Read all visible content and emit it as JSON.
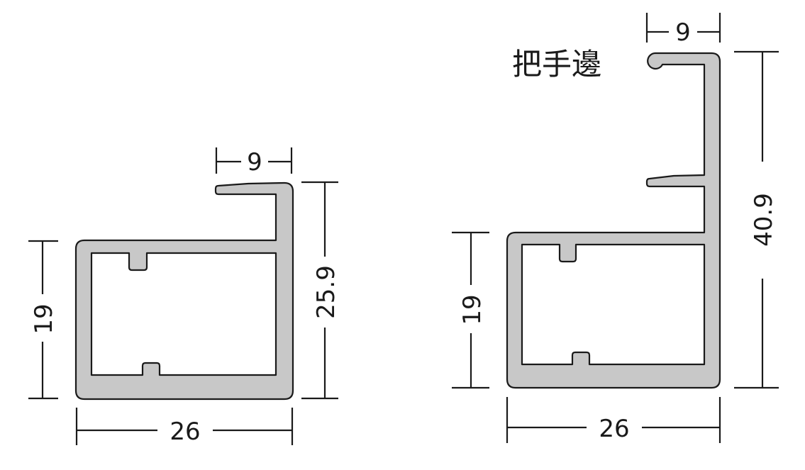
{
  "left_profile": {
    "dims": {
      "top_width": "9",
      "height_inner": "19",
      "height_total": "25.9",
      "width": "26"
    }
  },
  "right_profile": {
    "label": "把手邊",
    "dims": {
      "top_width": "9",
      "height_inner": "19",
      "height_total": "40.9",
      "width": "26"
    }
  },
  "colors": {
    "profile_fill": "#c8c8c8",
    "stroke": "#1a1a1a"
  }
}
